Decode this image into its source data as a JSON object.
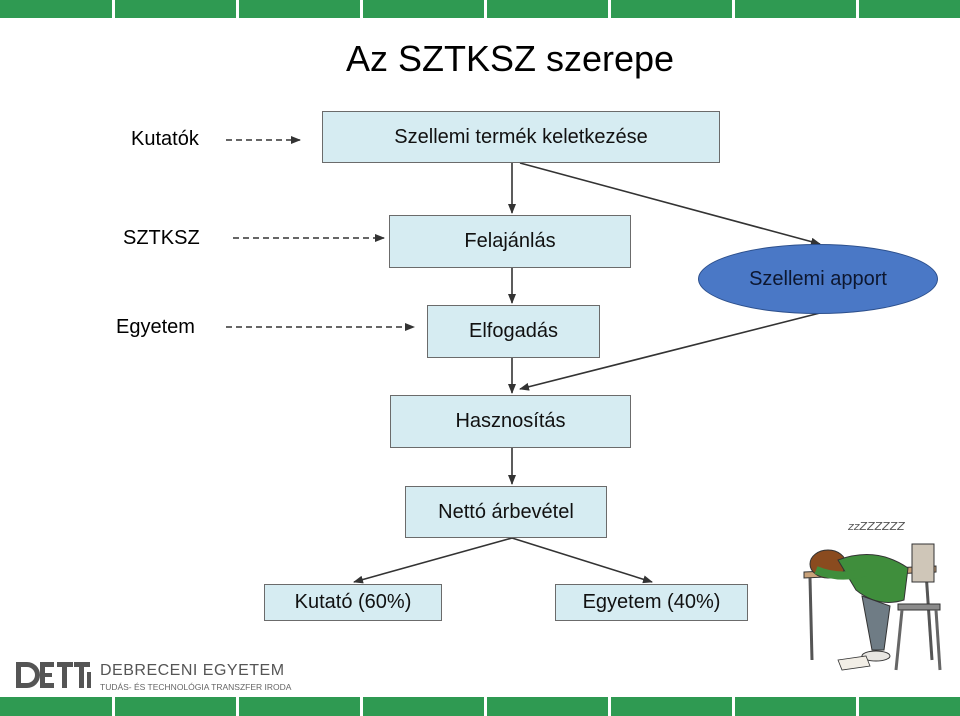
{
  "title": "Az SZTKSZ szerepe",
  "left_labels": {
    "kutatok": "Kutatók",
    "sztksz": "SZTKSZ",
    "egyetem": "Egyetem"
  },
  "boxes": {
    "szellemi_termek": "Szellemi termék keletkezése",
    "felajanlas": "Felajánlás",
    "elfogadas": "Elfogadás",
    "hasznositas": "Hasznosítás",
    "netto": "Nettó árbevétel",
    "kutato": "Kutató (60%)",
    "egyetem_share": "Egyetem (40%)"
  },
  "ellipse": "Szellemi apport",
  "logo": {
    "name": "DEBRECENI EGYETEM",
    "subtitle": "TUDÁS- ÉS TECHNOLÓGIA TRANSZFER IRODA"
  },
  "cartoon_text": "zzZZZZZZ",
  "colors": {
    "bar": "#2f9a52",
    "box_fill": "#d6ecf2",
    "ellipse_fill": "#4a78c6"
  }
}
